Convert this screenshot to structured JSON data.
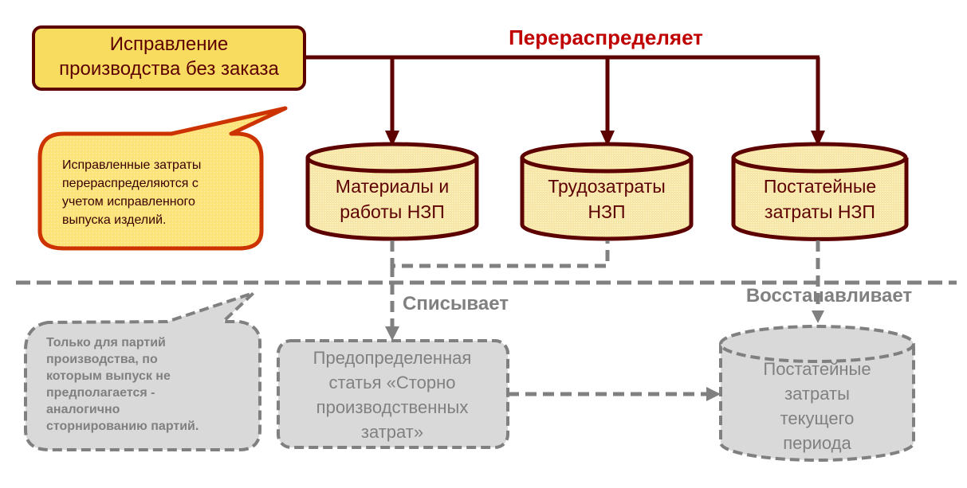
{
  "colors": {
    "dark_red": "#5c0000",
    "accent_red": "#c00000",
    "yellow_fill": "#f8dc60",
    "cylinder_fill": "#f8eab0",
    "note_fill": "#fce37a",
    "note_border": "#cc3300",
    "grey": "#808080",
    "grey_fill": "#d9d9d9"
  },
  "main_box": {
    "line1": "Исправление",
    "line2": "производства без заказа"
  },
  "redistributes_label": "Перераспределяет",
  "note_top": {
    "lines": [
      "Исправленные затраты",
      "перераспределяются с",
      "учетом исправленного",
      "выпуска изделий."
    ]
  },
  "cylinders": [
    {
      "line1": "Материалы и",
      "line2": "работы НЗП"
    },
    {
      "line1": "Трудозатраты",
      "line2": "НЗП"
    },
    {
      "line1": "Постатейные",
      "line2": "затраты НЗП"
    }
  ],
  "writes_off_label": "Списывает",
  "restores_label": "Восстанавливает",
  "note_bottom": {
    "lines": [
      "Только для партий",
      "производства, по",
      "которым выпуск не",
      "предполагается -",
      "аналогично",
      "сторнированию партий."
    ]
  },
  "grey_box": {
    "lines": [
      "Предопределенная",
      "статья «Сторно",
      "производственных",
      "затрат»"
    ]
  },
  "grey_cylinder": {
    "lines": [
      "Постатейные",
      "затраты",
      "текущего",
      "периода"
    ]
  }
}
